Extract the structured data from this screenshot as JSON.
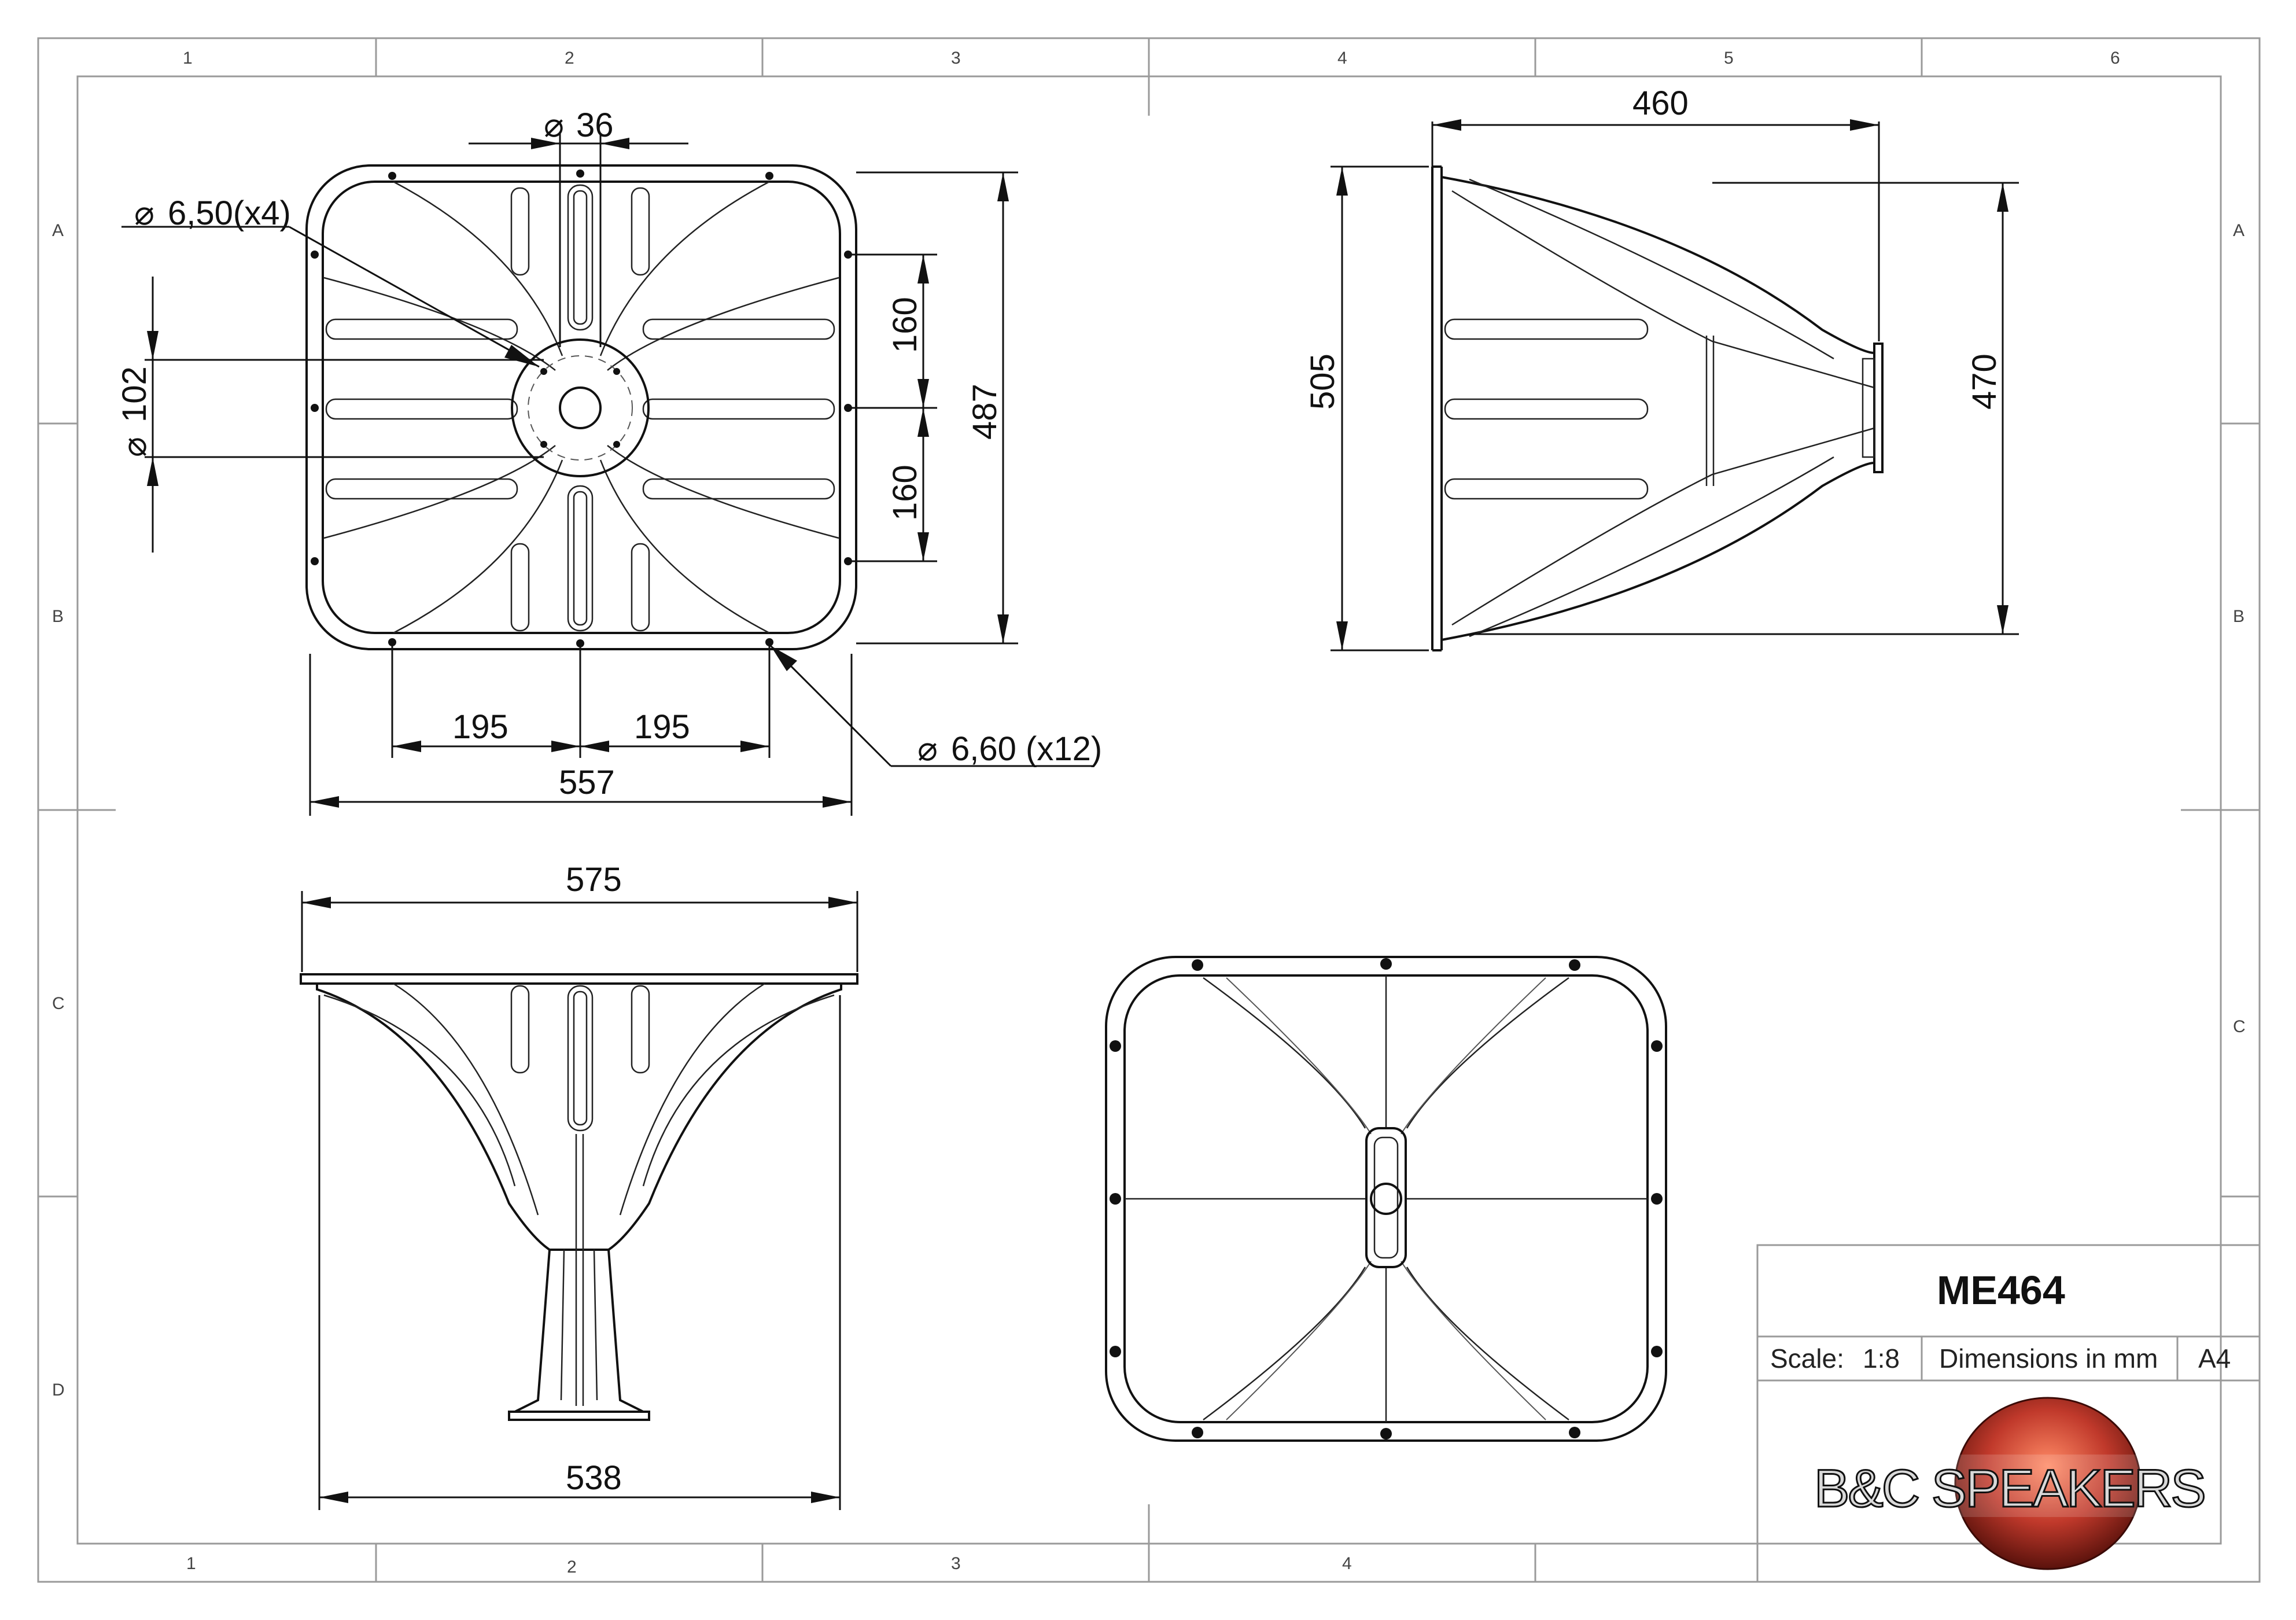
{
  "title_block": {
    "model": "ME464",
    "scale_label": "Scale:",
    "scale_value": "1:8",
    "units": "Dimensions in mm",
    "paper": "A4",
    "logo_text": "B&C SPEAKERS"
  },
  "zones": {
    "columns_top": [
      "1",
      "2",
      "3",
      "4",
      "5",
      "6"
    ],
    "columns_bottom": [
      "1",
      "2",
      "3",
      "4"
    ],
    "rows_left": [
      "A",
      "B",
      "C",
      "D"
    ],
    "rows_right": [
      "A",
      "B",
      "C"
    ]
  },
  "front_view": {
    "throat_diameter": "36",
    "hole_callout_small": "6,50(x4)",
    "throat_pcd": "102",
    "spacing_upper": "160",
    "spacing_lower": "160",
    "height": "487",
    "spacing_left": "195",
    "spacing_right": "195",
    "width": "557",
    "hole_callout_large": "6,60 (x12)"
  },
  "side_view": {
    "depth": "460",
    "flange_height": "505",
    "mouth_height": "470"
  },
  "top_view": {
    "flange_width": "575",
    "mouth_width": "538"
  },
  "colors": {
    "line": "#111111",
    "frame": "#9a9a9a",
    "logo_red": "#c0392b"
  }
}
